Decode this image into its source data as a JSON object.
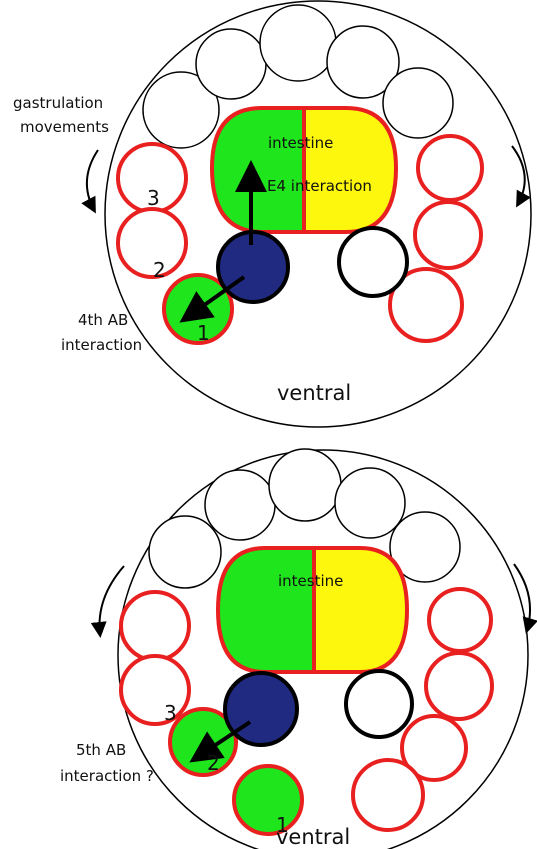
{
  "colors": {
    "outline_black": "#000000",
    "outline_red": "#e8201f",
    "intestine_green": "#1fe51c",
    "intestine_yellow": "#fdf70d",
    "cell_blue": "#1f2a80",
    "cell_white": "#ffffff"
  },
  "panels": [
    {
      "id": "top",
      "labels": {
        "gastrulation_line1": "gastrulation",
        "gastrulation_line2": "movements",
        "intestine": "intestine",
        "e4": "E4 interaction",
        "ab_line1": "4th AB",
        "ab_line2": "interaction",
        "ventral": "ventral",
        "num_3": "3",
        "num_2": "2",
        "num_1": "1"
      }
    },
    {
      "id": "bottom",
      "labels": {
        "intestine": "intestine",
        "ab_line1": "5th AB",
        "ab_line2": "interaction ?",
        "ventral": "ventral",
        "num_3": "3",
        "num_2": "2",
        "num_1": "1"
      }
    }
  ]
}
